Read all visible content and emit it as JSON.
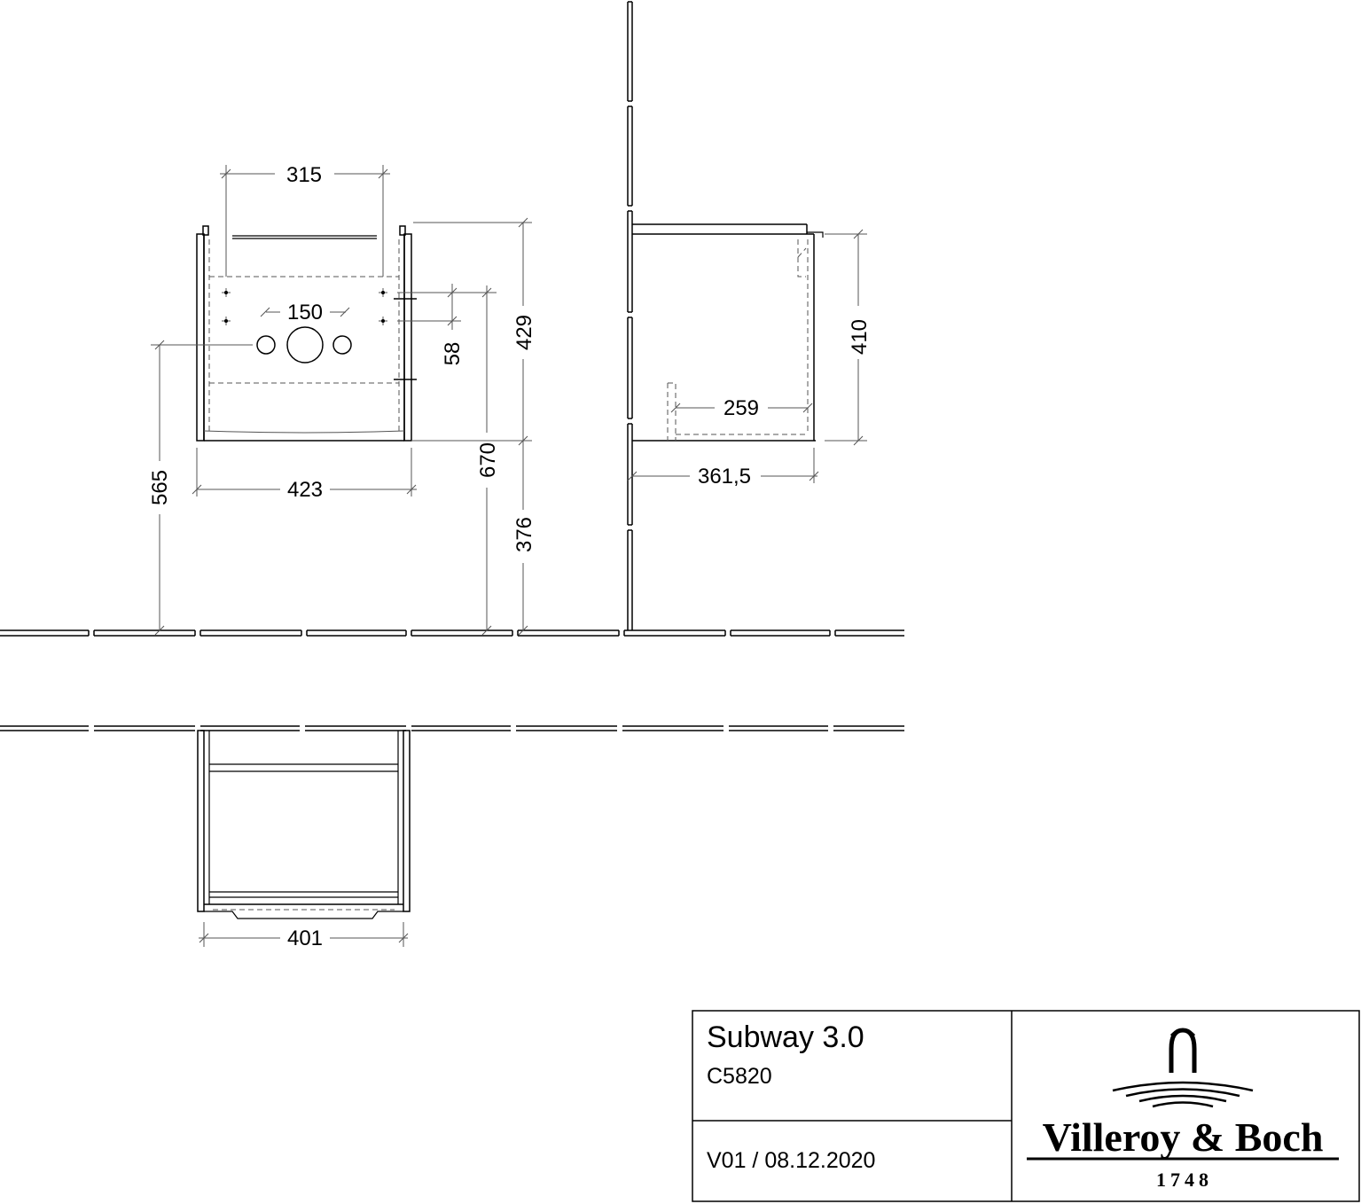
{
  "dimensions": {
    "top_width_315": "315",
    "hole_spacing_150": "150",
    "front_width_423": "423",
    "height_565": "565",
    "offset_58": "58",
    "height_670": "670",
    "height_429": "429",
    "height_376": "376",
    "side_height_410": "410",
    "side_depth_259": "259",
    "side_depth_361_5": "361,5",
    "plan_width_401": "401"
  },
  "title_block": {
    "product_name": "Subway 3.0",
    "article_code": "C5820",
    "revision": "V01 / 08.12.2020",
    "brand": "Villeroy & Boch",
    "brand_year": "1748"
  }
}
